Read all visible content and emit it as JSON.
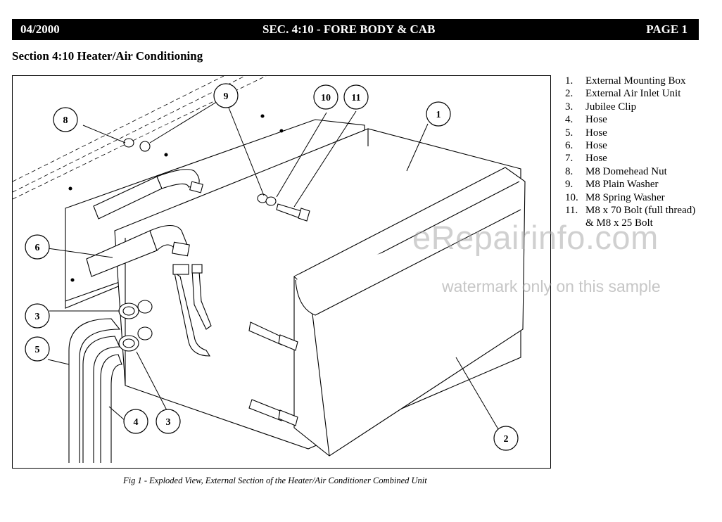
{
  "header": {
    "date": "04/2000",
    "section": "SEC. 4:10 - FORE BODY & CAB",
    "page": "PAGE 1"
  },
  "section_title": "Section 4:10  Heater/Air Conditioning",
  "figure": {
    "caption": "Fig 1 - Exploded View, External Section of the Heater/Air Conditioner Combined Unit",
    "callouts": [
      "9",
      "10",
      "11",
      "8",
      "1",
      "6",
      "3",
      "5",
      "3",
      "4",
      "2"
    ]
  },
  "parts_list": [
    {
      "num": "1.",
      "name": "External Mounting Box"
    },
    {
      "num": "2.",
      "name": "External Air Inlet Unit"
    },
    {
      "num": "3.",
      "name": "Jubilee Clip"
    },
    {
      "num": "4.",
      "name": "Hose"
    },
    {
      "num": "5.",
      "name": "Hose"
    },
    {
      "num": "6.",
      "name": "Hose"
    },
    {
      "num": "7.",
      "name": "Hose"
    },
    {
      "num": "8.",
      "name": "M8 Domehead Nut"
    },
    {
      "num": "9.",
      "name": "M8 Plain Washer"
    },
    {
      "num": "10.",
      "name": "M8 Spring Washer"
    },
    {
      "num": "11.",
      "name": "M8 x 70 Bolt (full thread)",
      "cont": "& M8 x 25 Bolt"
    }
  ],
  "watermark": {
    "main": "eRepairinfo.com",
    "sub": "watermark only on this sample"
  }
}
